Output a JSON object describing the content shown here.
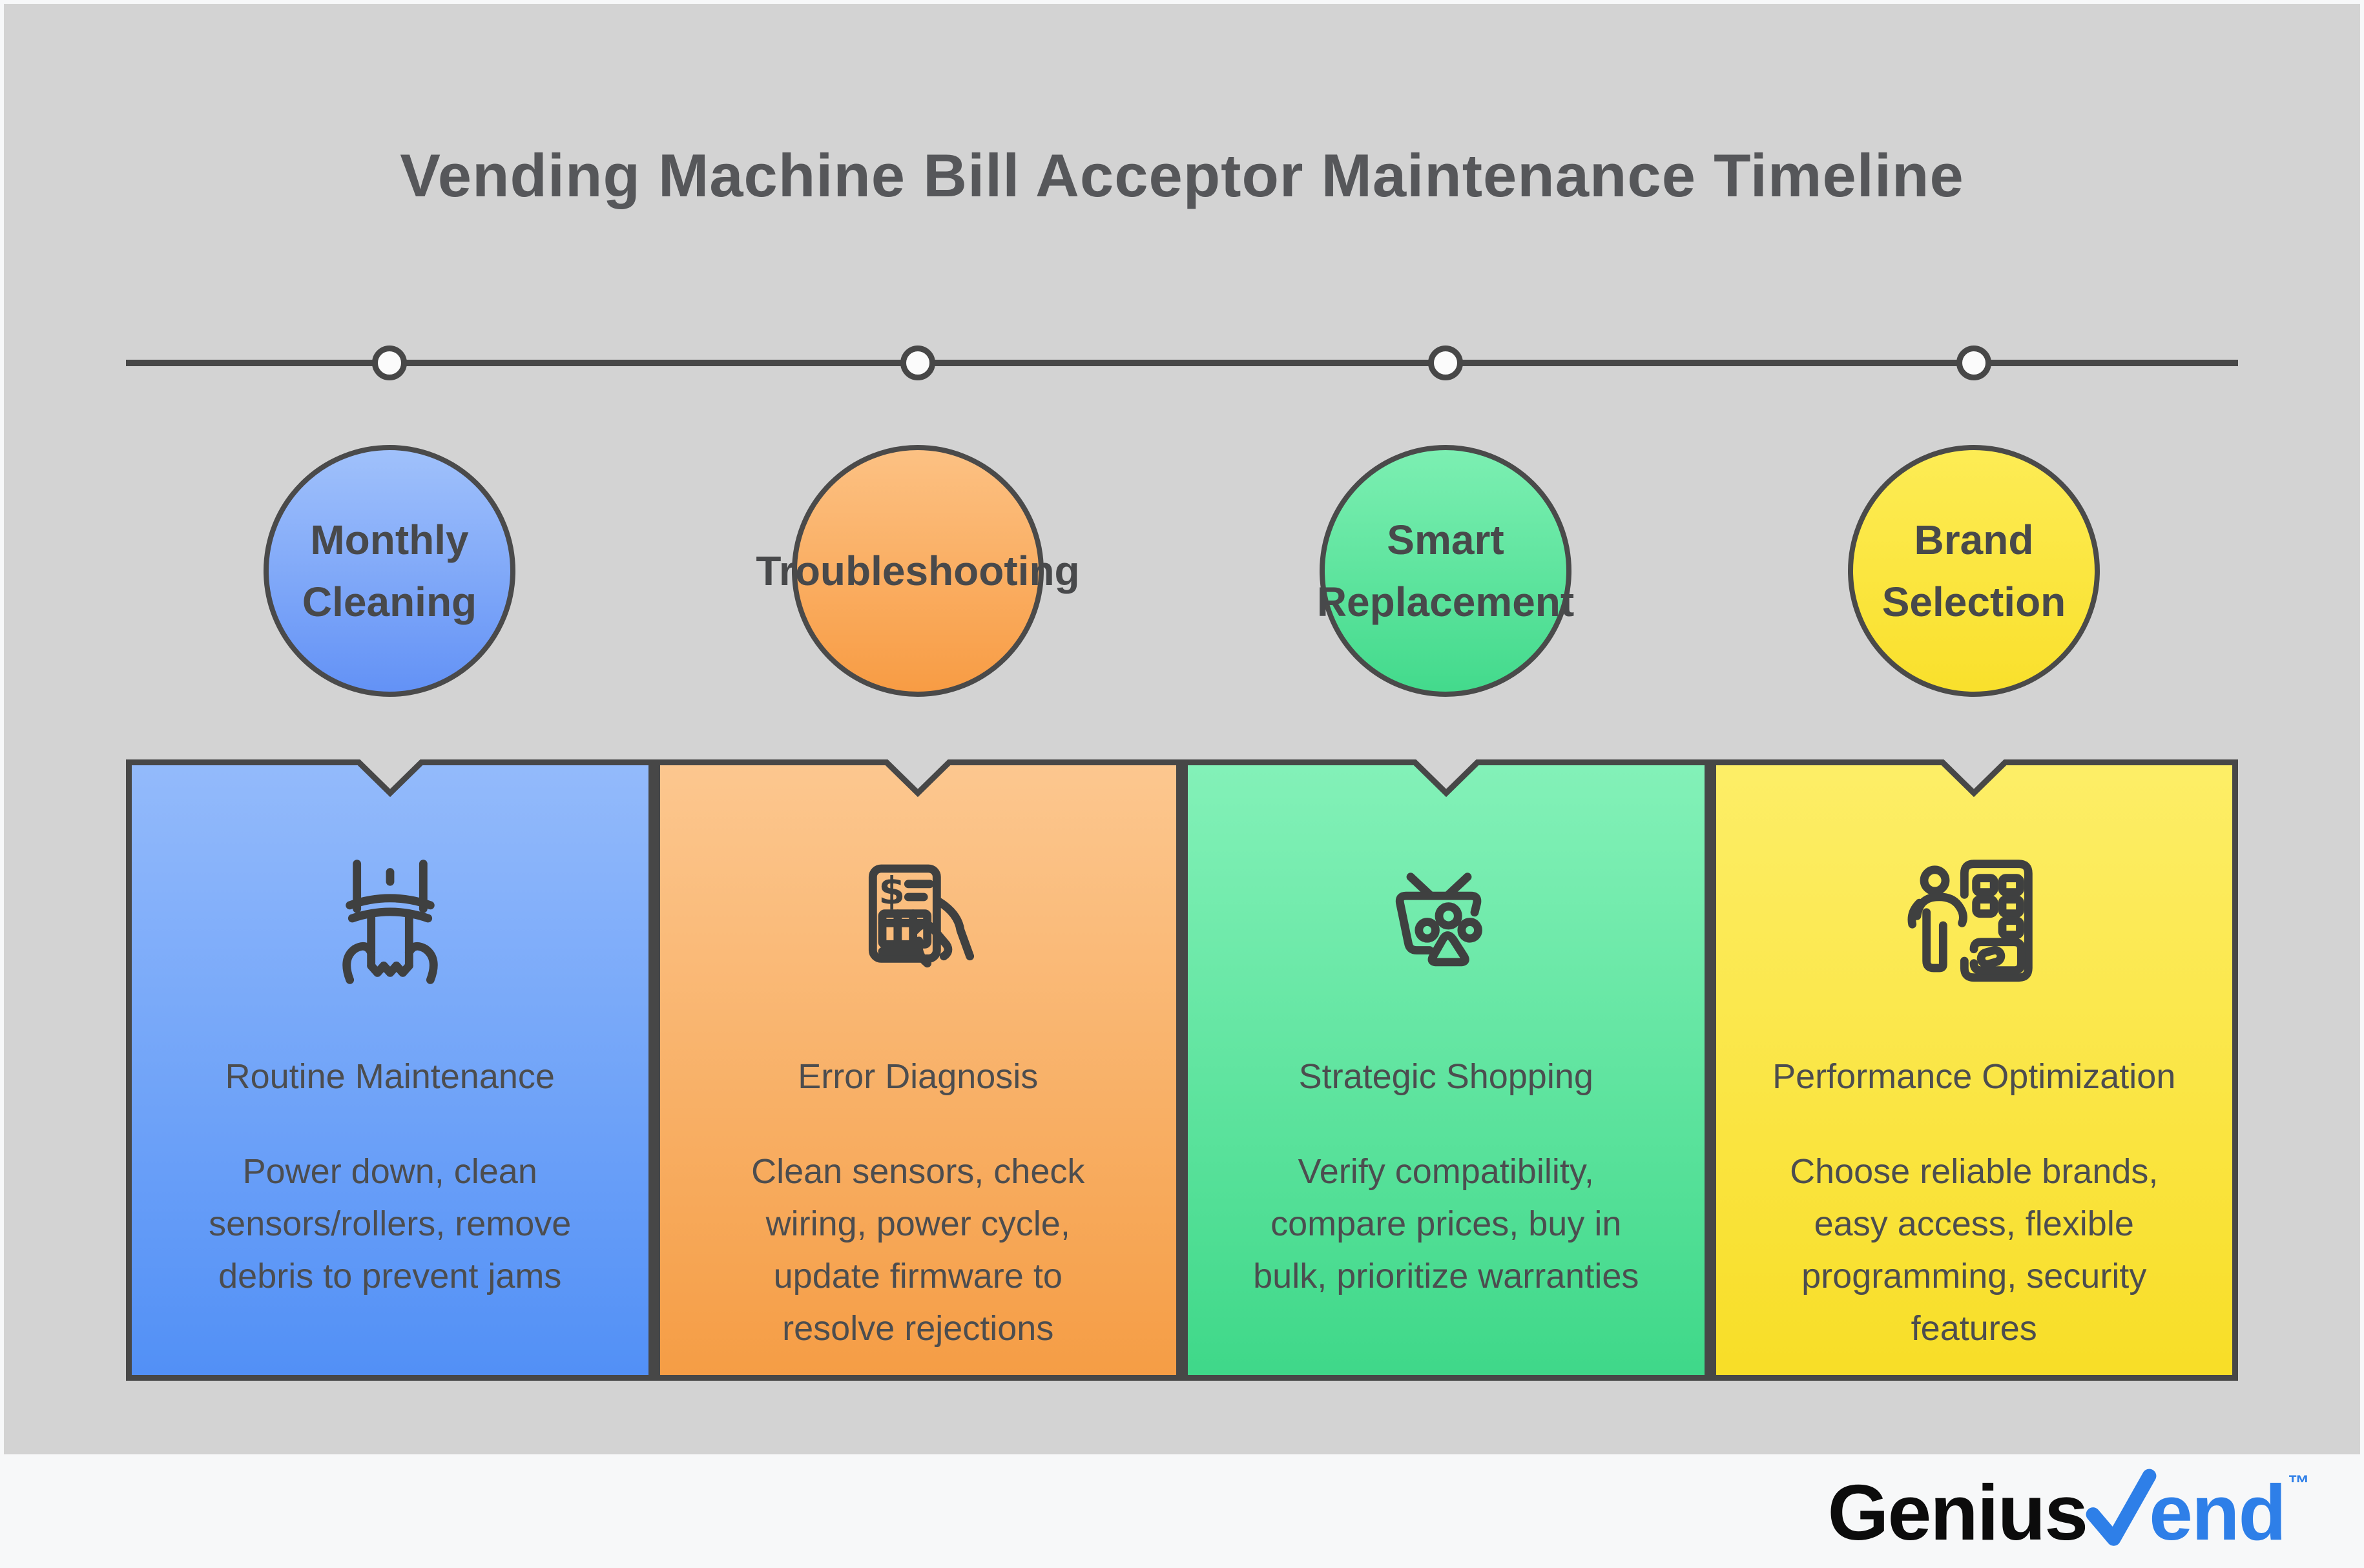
{
  "title": "Vending Machine Bill Acceptor Maintenance Timeline",
  "palette": {
    "frame_background": "#f7f8f9",
    "canvas_background": "#d3d3d3",
    "stroke_dark": "#474747",
    "title_text": "#56575a",
    "body_text": "#4c4d4f",
    "logo_black": "#0c0c0c",
    "logo_blue": "#2e7fe8"
  },
  "steps": [
    {
      "label": [
        "Monthly",
        "Cleaning"
      ],
      "icon": "bill-insertion-hands-icon",
      "circle_gradient": [
        "#a0c1fb",
        "#6392f6"
      ],
      "card_gradient": [
        "#93bafb",
        "#5290f6"
      ],
      "card_title": "Routine Maintenance",
      "card_body": [
        "Power down, clean",
        "sensors/rollers, remove",
        "debris to prevent jams"
      ]
    },
    {
      "label": [
        "Troubleshooting"
      ],
      "icon": "invoice-diagnosis-hand-icon",
      "circle_gradient": [
        "#fcc183",
        "#f89c44"
      ],
      "card_gradient": [
        "#fcc78f",
        "#f59d45"
      ],
      "card_title": "Error Diagnosis",
      "card_body": [
        "Clean sensors, check",
        "wiring, power cycle,",
        "update firmware to",
        "resolve rejections"
      ]
    },
    {
      "label": [
        "Smart",
        "Replacement"
      ],
      "icon": "shopping-basket-items-icon",
      "circle_gradient": [
        "#7cefb2",
        "#43da8c"
      ],
      "card_gradient": [
        "#83f1b8",
        "#3fd889"
      ],
      "card_title": "Strategic Shopping",
      "card_body": [
        "Verify compatibility,",
        "compare prices, buy in",
        "bulk, prioritize warranties"
      ]
    },
    {
      "label": [
        "Brand",
        "Selection"
      ],
      "icon": "person-vending-machine-icon",
      "circle_gradient": [
        "#fdec55",
        "#f9e02c"
      ],
      "card_gradient": [
        "#fdee67",
        "#f8de27"
      ],
      "card_title": "Performance Optimization",
      "card_body": [
        "Choose reliable brands,",
        "easy access, flexible",
        "programming, security",
        "features"
      ]
    }
  ],
  "footer": {
    "brand_black": "Genius",
    "brand_blue": "end",
    "check_icon": "checkmark-v-icon",
    "trademark": "™"
  }
}
